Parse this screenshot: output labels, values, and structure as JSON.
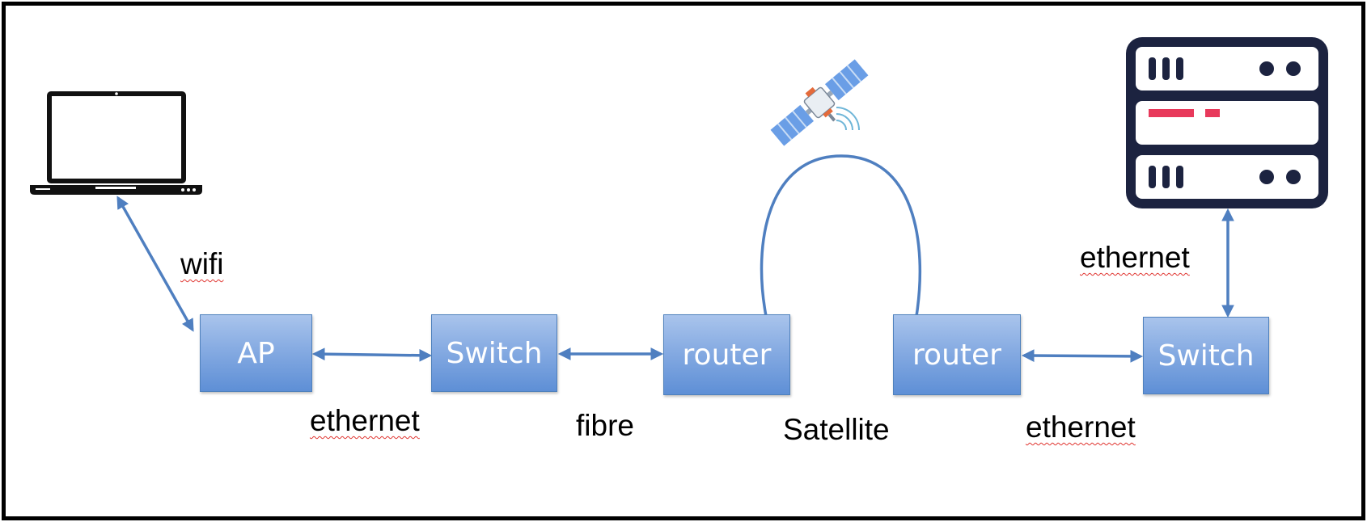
{
  "nodes": {
    "ap": "AP",
    "switch_left": "Switch",
    "router_left": "router",
    "router_right": "router",
    "switch_right": "Switch"
  },
  "links": {
    "wifi": "wifi",
    "ethernet_left": "ethernet",
    "fibre": "fibre",
    "satellite": "Satellite",
    "ethernet_right": "ethernet",
    "ethernet_server": "ethernet"
  },
  "icons": [
    "laptop-icon",
    "satellite-icon",
    "server-icon"
  ],
  "colors": {
    "node_fill": "#7aa3df",
    "node_border": "#4f81bd",
    "connector": "#4f7fc0",
    "server_body": "#1c2340",
    "server_accent": "#e8395b",
    "frame": "#000000"
  }
}
